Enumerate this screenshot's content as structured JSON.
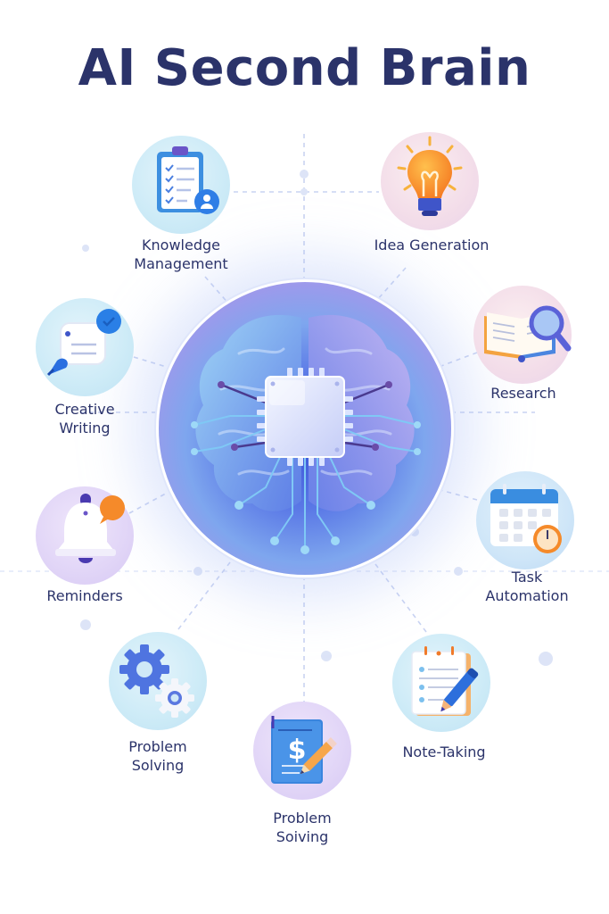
{
  "title": "AI Second Brain",
  "center": {
    "icon": "brain-chip-icon",
    "description": "Brain with central microchip and circuit traces"
  },
  "colors": {
    "title": "#2b336a",
    "label": "#2b336a",
    "connector": "#c9d3f2",
    "hub_primary": "#4a64df",
    "hub_secondary": "#a98ce8"
  },
  "nodes": [
    {
      "id": "knowledge-management",
      "label_line1": "Knowledge",
      "label_line2": "Management",
      "icon": "clipboard-checklist-user-icon"
    },
    {
      "id": "idea-generation",
      "label_line1": "Idea Generation",
      "label_line2": "",
      "icon": "lightbulb-icon"
    },
    {
      "id": "creative-writing",
      "label_line1": "Creative",
      "label_line2": "Writing",
      "icon": "notepad-pen-chat-icon"
    },
    {
      "id": "research",
      "label_line1": "Research",
      "label_line2": "",
      "icon": "book-magnifier-icon"
    },
    {
      "id": "reminders",
      "label_line1": "Reminders",
      "label_line2": "",
      "icon": "bell-chat-icon"
    },
    {
      "id": "task-automation",
      "label_line1": "Task",
      "label_line2": "Automation",
      "icon": "calendar-clock-icon"
    },
    {
      "id": "problem-solving-gears",
      "label_line1": "Problem",
      "label_line2": "Solving",
      "icon": "gears-icon"
    },
    {
      "id": "problem-soiving-document",
      "label_line1": "Problem",
      "label_line2": "Soiving",
      "icon": "document-dollar-pencil-icon"
    },
    {
      "id": "note-taking",
      "label_line1": "Note-Taking",
      "label_line2": "",
      "icon": "notepad-pencil-icon"
    }
  ]
}
